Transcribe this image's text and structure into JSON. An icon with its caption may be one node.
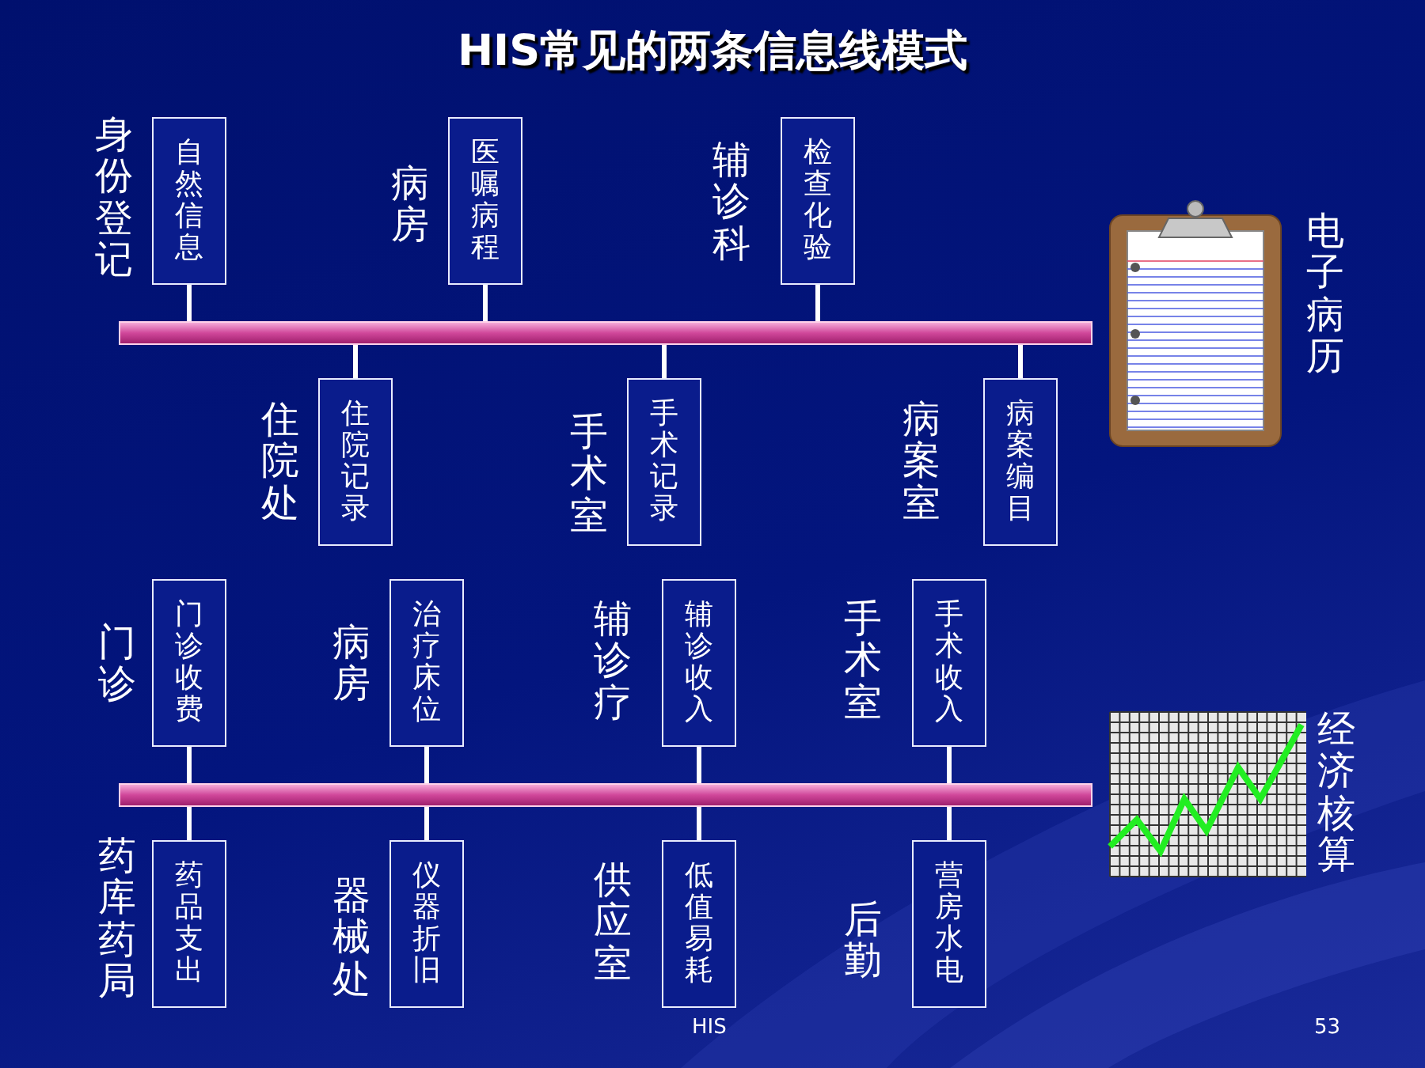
{
  "diagram": {
    "title": "HIS常见的两条信息线模式",
    "nodes": [
      {
        "text": [
          "自然信息"
        ],
        "beside": [
          "身份登记"
        ]
      },
      {
        "text": [
          "医嘱病程"
        ],
        "beside": [
          "病房"
        ]
      },
      {
        "text": [
          "检查化验"
        ],
        "beside": [
          "辅诊科"
        ]
      },
      {
        "text": [],
        "shape": "bar"
      },
      {
        "text": [
          "住院记录"
        ],
        "beside": [
          "住院处"
        ]
      },
      {
        "text": [
          "手术记录"
        ],
        "beside": [
          "手术室"
        ]
      },
      {
        "text": [
          "病案编目"
        ],
        "beside": [
          "病案室"
        ]
      },
      {
        "text": [
          "门诊收费"
        ],
        "beside": [
          "门诊"
        ]
      },
      {
        "text": [
          "治疗床位"
        ],
        "beside": [
          "病房"
        ]
      },
      {
        "text": [
          "辅诊收入"
        ],
        "beside": [
          "辅诊疗"
        ]
      },
      {
        "text": [
          "手术收入"
        ],
        "beside": [
          "手术室"
        ]
      },
      {
        "text": [],
        "shape": "bar"
      },
      {
        "text": [
          "药品支出"
        ],
        "beside": [
          "药库药局"
        ]
      },
      {
        "text": [
          "仪器折旧"
        ],
        "beside": [
          "器械处"
        ]
      },
      {
        "text": [
          "低值易耗"
        ],
        "beside": [
          "供应室"
        ]
      },
      {
        "text": [
          "营房水电"
        ],
        "beside": [
          "后勤"
        ]
      }
    ],
    "edges": [
      {
        "from": 0,
        "to": 3,
        "arrow": "none"
      },
      {
        "from": 1,
        "to": 3,
        "arrow": "none"
      },
      {
        "from": 2,
        "to": 3,
        "arrow": "none"
      },
      {
        "from": 4,
        "to": 3,
        "arrow": "none"
      },
      {
        "from": 5,
        "to": 3,
        "arrow": "none"
      },
      {
        "from": 6,
        "to": 3,
        "arrow": "none"
      },
      {
        "from": 7,
        "to": 11,
        "arrow": "none"
      },
      {
        "from": 8,
        "to": 11,
        "arrow": "none"
      },
      {
        "from": 9,
        "to": 11,
        "arrow": "none"
      },
      {
        "from": 10,
        "to": 11,
        "arrow": "none"
      },
      {
        "from": 12,
        "to": 11,
        "arrow": "none"
      },
      {
        "from": 13,
        "to": 11,
        "arrow": "none"
      },
      {
        "from": 14,
        "to": 11,
        "arrow": "none"
      },
      {
        "from": 15,
        "to": 11,
        "arrow": "none"
      }
    ],
    "labels": [
      "电子病历",
      "经济核算",
      "HIS",
      "53"
    ]
  }
}
